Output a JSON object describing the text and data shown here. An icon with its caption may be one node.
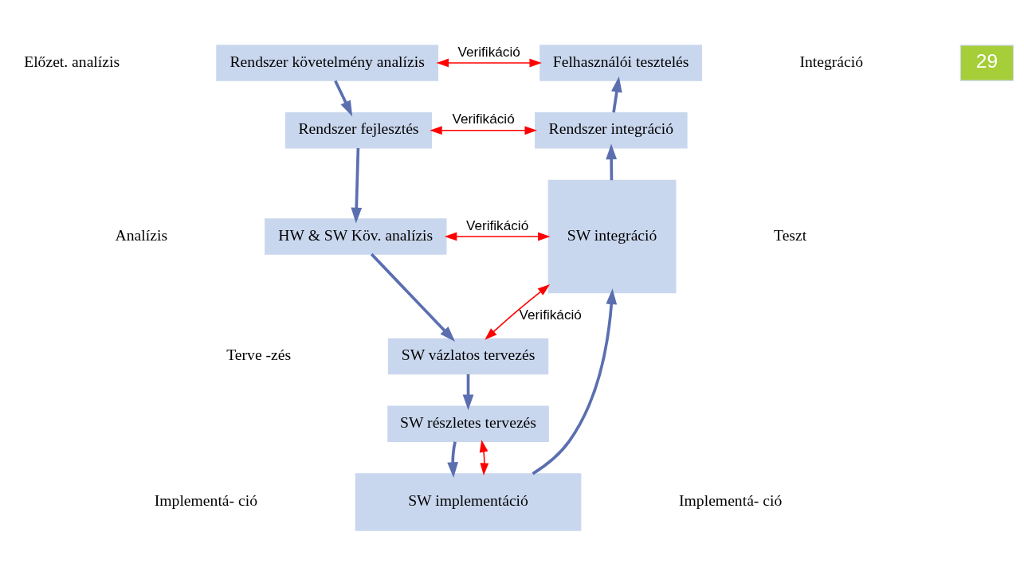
{
  "diagram": {
    "nodes": [
      {
        "text": [
          "Rendszer követelmény analízis"
        ]
      },
      {
        "text": [
          "Rendszer fejlesztés"
        ]
      },
      {
        "text": [
          "HW & SW Köv. analízis"
        ]
      },
      {
        "text": [
          "SW vázlatos tervezés"
        ]
      },
      {
        "text": [
          "SW részletes tervezés"
        ]
      },
      {
        "text": [
          "SW implementáció"
        ]
      },
      {
        "text": [
          "SW integráció"
        ]
      },
      {
        "text": [
          "Rendszer integráció"
        ]
      },
      {
        "text": [
          "Felhasználói tesztelés"
        ]
      }
    ],
    "edges": [
      {
        "from": 0,
        "to": 1,
        "arrow": "to"
      },
      {
        "from": 1,
        "to": 2,
        "arrow": "to"
      },
      {
        "from": 2,
        "to": 3,
        "arrow": "to"
      },
      {
        "from": 3,
        "to": 4,
        "arrow": "to"
      },
      {
        "from": 4,
        "to": 5,
        "arrow": "to"
      },
      {
        "from": 5,
        "to": 6,
        "arrow": "to"
      },
      {
        "from": 6,
        "to": 7,
        "arrow": "to"
      },
      {
        "from": 7,
        "to": 8,
        "arrow": "to"
      },
      {
        "from": 0,
        "to": 8,
        "arrow": "both",
        "label": "Verifikáció",
        "color": "#ff0000"
      },
      {
        "from": 1,
        "to": 7,
        "arrow": "both",
        "label": "Verifikáció",
        "color": "#ff0000"
      },
      {
        "from": 2,
        "to": 6,
        "arrow": "both",
        "label": "Verifikáció",
        "color": "#ff0000"
      },
      {
        "from": 3,
        "to": 6,
        "arrow": "both",
        "label": "Verifikáció",
        "color": "#ff0000"
      },
      {
        "from": 4,
        "to": 5,
        "arrow": "both",
        "color": "#ff0000"
      }
    ],
    "labels": [
      "Előzet. analízis",
      "Analízis",
      "Terve -zés",
      "Implementá- ció",
      "Integráció",
      "Teszt",
      "Implementá- ció",
      "29"
    ]
  }
}
